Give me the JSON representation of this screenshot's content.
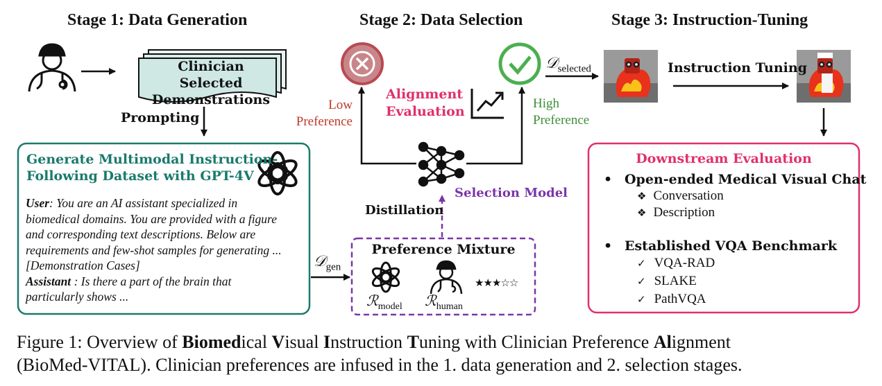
{
  "stages": {
    "stage1": "Stage 1: Data Generation",
    "stage2": "Stage 2: Data Selection",
    "stage3": "Stage 3: Instruction-Tuning"
  },
  "demonstrations": {
    "line1": "Clinician Selected",
    "line2": "Demonstrations"
  },
  "prompting_label": "Prompting",
  "gen_box": {
    "title_line1": "Generate Multimodal Instruction-",
    "title_line2": "Following Dataset with GPT-4V",
    "user_label": "User",
    "user_text_1": ": You are an AI assistant specialized in",
    "user_text_2": "biomedical domains. You are provided with a figure",
    "user_text_3": "and corresponding text descriptions. Below are",
    "user_text_4": "requirements and few-shot samples for generating ...",
    "user_text_5": "[Demonstration Cases]",
    "assistant_label": "Assistant",
    "assistant_text_1": " : Is there a part of the brain that",
    "assistant_text_2": "particularly shows ..."
  },
  "d_gen": {
    "symbol": "𝒟",
    "sub": "gen"
  },
  "selection": {
    "low_pref_1": "Low",
    "low_pref_2": "Preference",
    "alignment_1": "Alignment",
    "alignment_2": "Evaluation",
    "high_pref_1": "High",
    "high_pref_2": "Preference",
    "selection_model": "Selection Model",
    "distillation": "Distillation"
  },
  "mixture": {
    "title": "Preference Mixture",
    "r_model_symbol": "ℛ",
    "r_model_sub": "model",
    "r_human_symbol": "ℛ",
    "r_human_sub": "human",
    "stars_filled": 3,
    "stars_total": 5
  },
  "d_selected": {
    "symbol": "𝒟",
    "sub": "selected"
  },
  "instruction_tuning": "Instruction Tuning",
  "downstream": {
    "title": "Downstream Evaluation",
    "group1": "Open-ended Medical Visual Chat",
    "group1_items": [
      "Conversation",
      "Description"
    ],
    "group2": "Established VQA Benchmark",
    "group2_items": [
      "VQA-RAD",
      "SLAKE",
      "PathVQA"
    ]
  },
  "caption": {
    "line1_pre": "Figure 1: Overview of ",
    "w1b": "Biomed",
    "w1": "ical ",
    "w2b": "V",
    "w2": "isual ",
    "w3b": "I",
    "w3": "nstruction ",
    "w4b": "T",
    "w4": "uning with Clinician Preference ",
    "w5b": "Al",
    "w5": "ignment",
    "line2": "(BioMed-VITAL). Clinician preferences are infused in the 1. data generation and 2. selection stages."
  },
  "colors": {
    "teal": "#1a7a6c",
    "teal_fill": "#cfe8e4",
    "red": "#c0392b",
    "red_fill": "#c9868a",
    "green": "#4caf50",
    "pink": "#e0306a",
    "purple": "#7b35a8"
  }
}
